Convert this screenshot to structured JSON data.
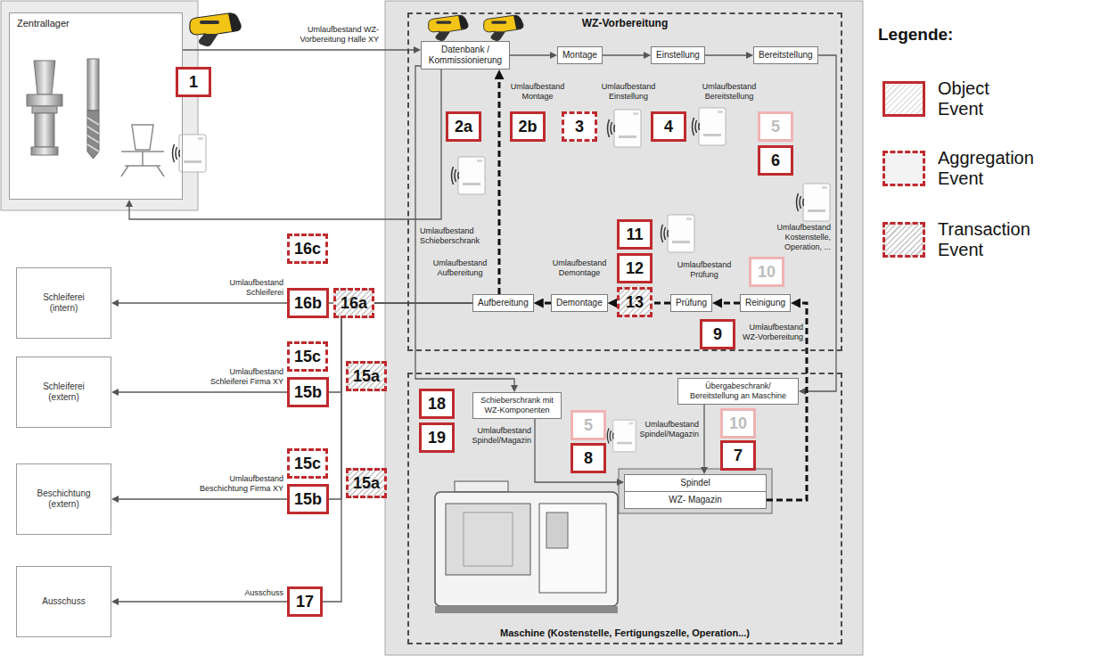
{
  "diagram": {
    "nodes": [
      {
        "text": [
          "Zentrallager"
        ]
      },
      {
        "text": [
          "WZ-Vorbereitung"
        ]
      },
      {
        "text": [
          "Datenbank / Kommissionierung"
        ],
        "in": 1
      },
      {
        "text": [
          "Montage"
        ],
        "in": 1
      },
      {
        "text": [
          "Einstellung"
        ],
        "in": 1
      },
      {
        "text": [
          "Bereitstellung"
        ],
        "in": 1
      },
      {
        "text": [
          "Aufbereitung"
        ],
        "in": 1
      },
      {
        "text": [
          "Demontage"
        ],
        "in": 1
      },
      {
        "text": [
          "Prüfung"
        ],
        "in": 1
      },
      {
        "text": [
          "Reinigung"
        ],
        "in": 1
      },
      {
        "text": [
          "Maschine (Kostenstelle, Fertigungszelle, Operation...)"
        ]
      },
      {
        "text": [
          "Schieberschrank mit WZ-Komponenten"
        ],
        "in": 10
      },
      {
        "text": [
          "Übergabeschrank/ Bereitstellung an Maschine"
        ],
        "in": 10
      },
      {
        "text": [
          "Spindel"
        ],
        "in": 10
      },
      {
        "text": [
          "WZ- Magazin"
        ],
        "in": 10
      },
      {
        "text": [
          "Schleiferei (intern)"
        ]
      },
      {
        "text": [
          "Schleiferei (extern)"
        ]
      },
      {
        "text": [
          "Beschichtung (extern)"
        ]
      },
      {
        "text": [
          "Ausschuss"
        ]
      }
    ],
    "edges": [
      {
        "from": 0,
        "to": 2,
        "arrow": "to",
        "label": "Umlaufbestand WZ-Vorbereitung Halle XY"
      },
      {
        "from": 2,
        "to": 0,
        "arrow": "to"
      },
      {
        "from": 2,
        "to": 3,
        "arrow": "to"
      },
      {
        "from": 3,
        "to": 4,
        "arrow": "to"
      },
      {
        "from": 4,
        "to": 5,
        "arrow": "to"
      },
      {
        "from": 5,
        "to": 12,
        "arrow": "to",
        "label": "Umlaufbestand Kostenstelle, Operation, ..."
      },
      {
        "from": 12,
        "to": 13,
        "arrow": "to",
        "label": "Umlaufbestand Spindel/Magazin"
      },
      {
        "from": 14,
        "to": 9,
        "arrow": "to",
        "label": "Umlaufbestand WZ-Vorbereitung"
      },
      {
        "from": 9,
        "to": 8,
        "arrow": "to"
      },
      {
        "from": 8,
        "to": 7,
        "arrow": "to"
      },
      {
        "from": 7,
        "to": 6,
        "arrow": "to"
      },
      {
        "from": 6,
        "to": 2,
        "arrow": "to"
      },
      {
        "from": 2,
        "to": 11,
        "arrow": "to",
        "label": "Umlaufbestand Schieberschrank"
      },
      {
        "from": 11,
        "to": 13,
        "arrow": "to",
        "label": "Umlaufbestand Spindel/Magazin"
      },
      {
        "from": 6,
        "to": 15,
        "arrow": "to",
        "label": "Umlaufbestand Schleiferei"
      },
      {
        "from": 6,
        "to": 16,
        "arrow": "to",
        "label": "Umlaufbestand Schleiferei Firma XY"
      },
      {
        "from": 6,
        "to": 17,
        "arrow": "to",
        "label": "Umlaufbestand Beschichtung Firma XY"
      },
      {
        "from": 6,
        "to": 18,
        "arrow": "to",
        "label": "Ausschuss"
      }
    ],
    "labels": [
      "1",
      "Umlaufbestand Montage",
      "Umlaufbestand Einstellung",
      "Umlaufbestand Bereitstellung",
      "2a",
      "2b",
      "3",
      "4",
      "5",
      "6",
      "Umlaufbestand Aufbereitung",
      "Umlaufbestand Demontage",
      "Umlaufbestand Prüfung",
      "11",
      "12",
      "13",
      "10",
      "9",
      "16c",
      "16b",
      "16a",
      "15c",
      "15b",
      "15a",
      "15c",
      "15b",
      "15a",
      "17",
      "18",
      "19",
      "5",
      "8",
      "10",
      "7",
      "Legende:"
    ],
    "legend": [
      {
        "text": "Object Event"
      },
      {
        "text": "Aggregation Event"
      },
      {
        "text": "Transaction Event"
      }
    ]
  }
}
